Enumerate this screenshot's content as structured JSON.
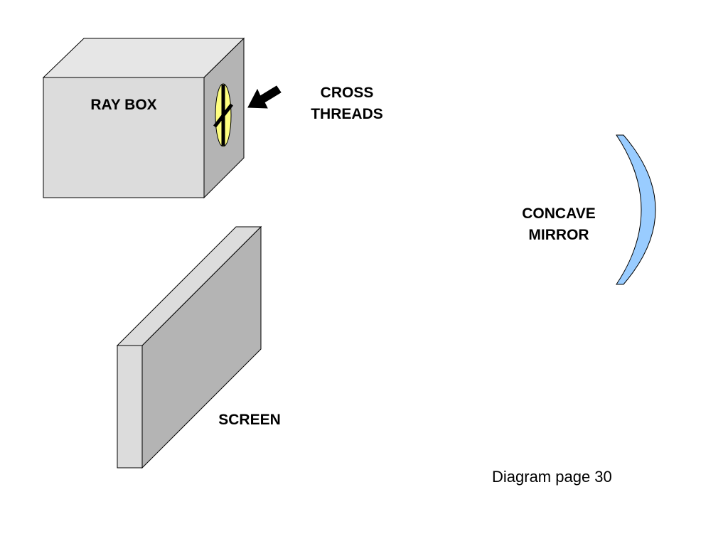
{
  "labels": {
    "ray_box": "RAY BOX",
    "cross_threads": [
      "CROSS",
      "THREADS"
    ],
    "concave_mirror": [
      "CONCAVE",
      "MIRROR"
    ],
    "screen": "SCREEN"
  },
  "caption": "Diagram page 30",
  "colors": {
    "box_front": "#dcdcdc",
    "box_top": "#e6e6e6",
    "box_side": "#b4b4b4",
    "aperture": "#ffff80",
    "screen_face": "#b4b4b4",
    "screen_edge": "#dcdcdc",
    "mirror": "#99ccff",
    "outline": "#000000"
  }
}
